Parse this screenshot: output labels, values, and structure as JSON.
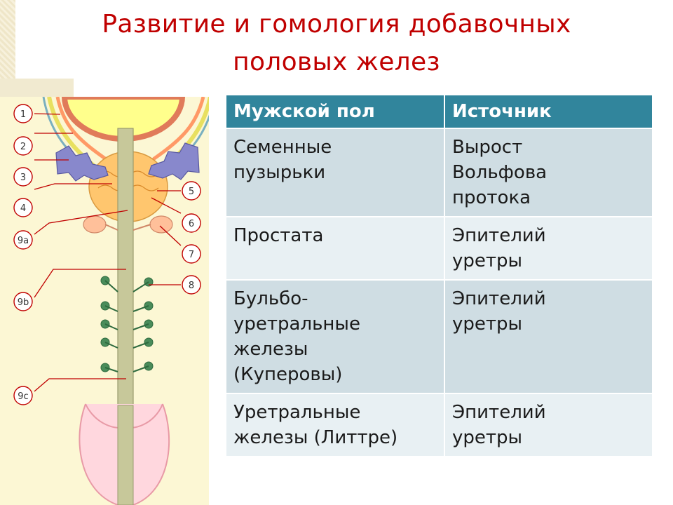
{
  "slide": {
    "title_line1": "Развитие и гомология добавочных",
    "title_line2": "половых желез"
  },
  "diagram": {
    "labels": [
      "1",
      "2",
      "3",
      "4",
      "5",
      "6",
      "7",
      "8",
      "9a",
      "9b",
      "9c"
    ]
  },
  "table": {
    "headers": [
      "Мужской пол",
      "Источник"
    ],
    "rows": [
      {
        "male": [
          "Семенные",
          "пузырьки"
        ],
        "source": [
          "Вырост",
          "Вольфова",
          "протока"
        ]
      },
      {
        "male": [
          "Простата"
        ],
        "source": [
          "Эпителий",
          "уретры"
        ]
      },
      {
        "male": [
          "Бульбо-",
          "уретральные",
          "железы",
          "(Куперовы)"
        ],
        "source": [
          "Эпителий",
          "уретры"
        ]
      },
      {
        "male": [
          "Уретральные",
          "железы (Литтре)"
        ],
        "source": [
          "Эпителий",
          "уретры"
        ]
      }
    ]
  },
  "colors": {
    "title": "#c00000",
    "table_header": "#31859c",
    "row_dark": "#cfdde3",
    "row_light": "#e8f0f3",
    "diagram_background": "#fcf7d4"
  }
}
